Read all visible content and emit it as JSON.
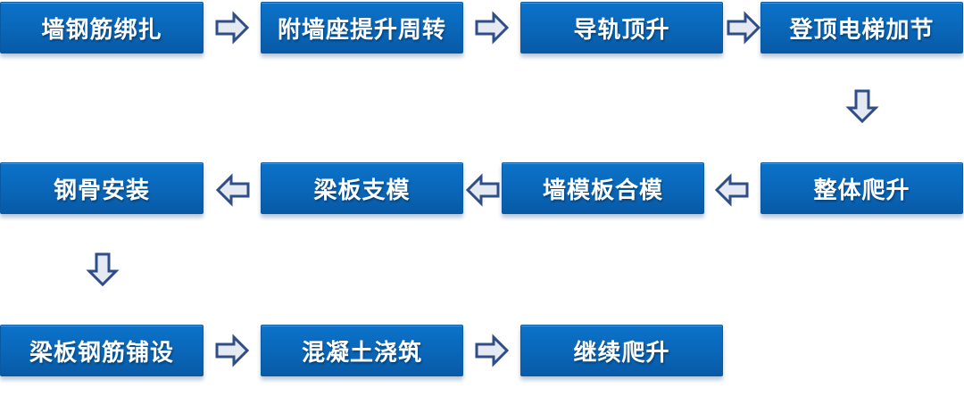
{
  "flow": {
    "row1": [
      {
        "label": "墙钢筋绑扎"
      },
      {
        "label": "附墙座提升周转"
      },
      {
        "label": "导轨顶升"
      },
      {
        "label": "登顶电梯加节"
      }
    ],
    "row2": [
      {
        "label": "整体爬升"
      },
      {
        "label": "墙模板合模"
      },
      {
        "label": "梁板支模"
      },
      {
        "label": "钢骨安装"
      }
    ],
    "row3": [
      {
        "label": "梁板钢筋铺设"
      },
      {
        "label": "混凝土浇筑"
      },
      {
        "label": "继续爬升"
      }
    ]
  },
  "colors": {
    "box_fill": "#0a66b8",
    "box_text": "#ffffff",
    "arrow_fill": "#e4e9f2",
    "arrow_stroke": "#2f4d86"
  },
  "arrow_icon": "hollow-block-arrow"
}
